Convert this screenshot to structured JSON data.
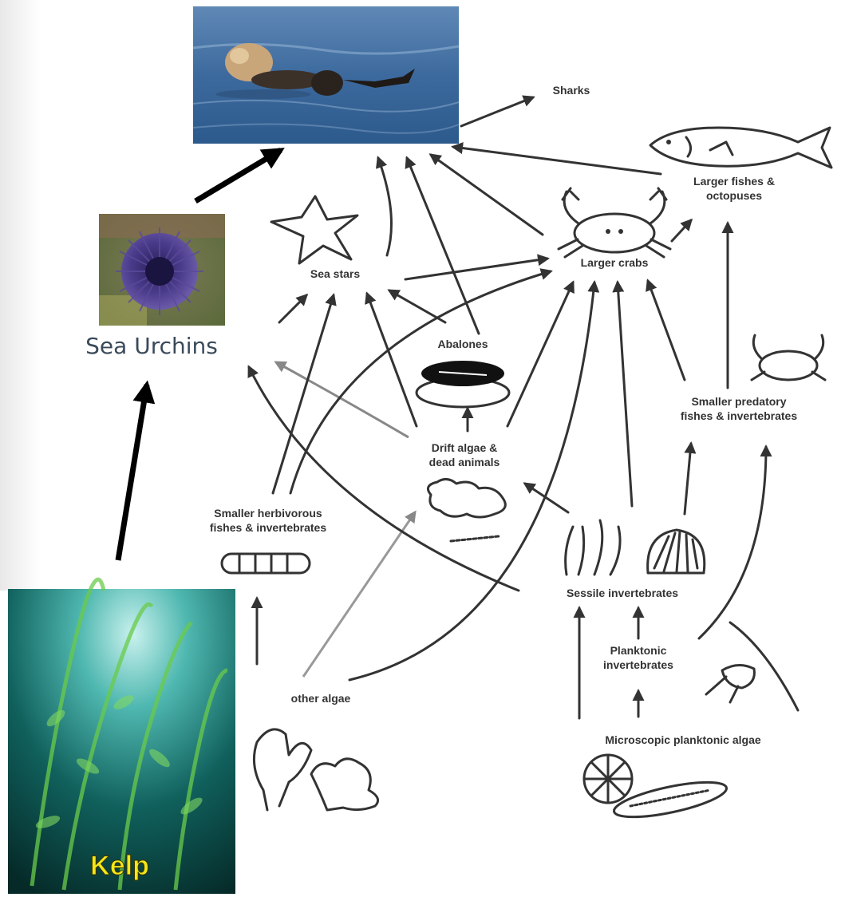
{
  "labels": {
    "sharks": "Sharks",
    "larger_fishes": "Larger fishes &\noctopuses",
    "sea_stars": "Sea stars",
    "larger_crabs": "Larger crabs",
    "sea_urchins": "Sea Urchins",
    "abalones": "Abalones",
    "smaller_predatory": "Smaller predatory\nfishes & invertebrates",
    "drift_algae": "Drift algae &\ndead animals",
    "smaller_herbivorous": "Smaller herbivorous\nfishes & invertebrates",
    "sessile": "Sessile invertebrates",
    "planktonic_inverts": "Planktonic\ninvertebrates",
    "other_algae": "other algae",
    "microscopic_algae": "Microscopic planktonic algae",
    "kelp": "Kelp"
  },
  "icons": {
    "sea_otter": "sea-otter-photo",
    "sea_urchin": "sea-urchin-photo",
    "kelp": "kelp-forest-photo",
    "fish": "fish-drawing",
    "crab": "crab-drawing",
    "sea_star": "sea-star-drawing"
  }
}
